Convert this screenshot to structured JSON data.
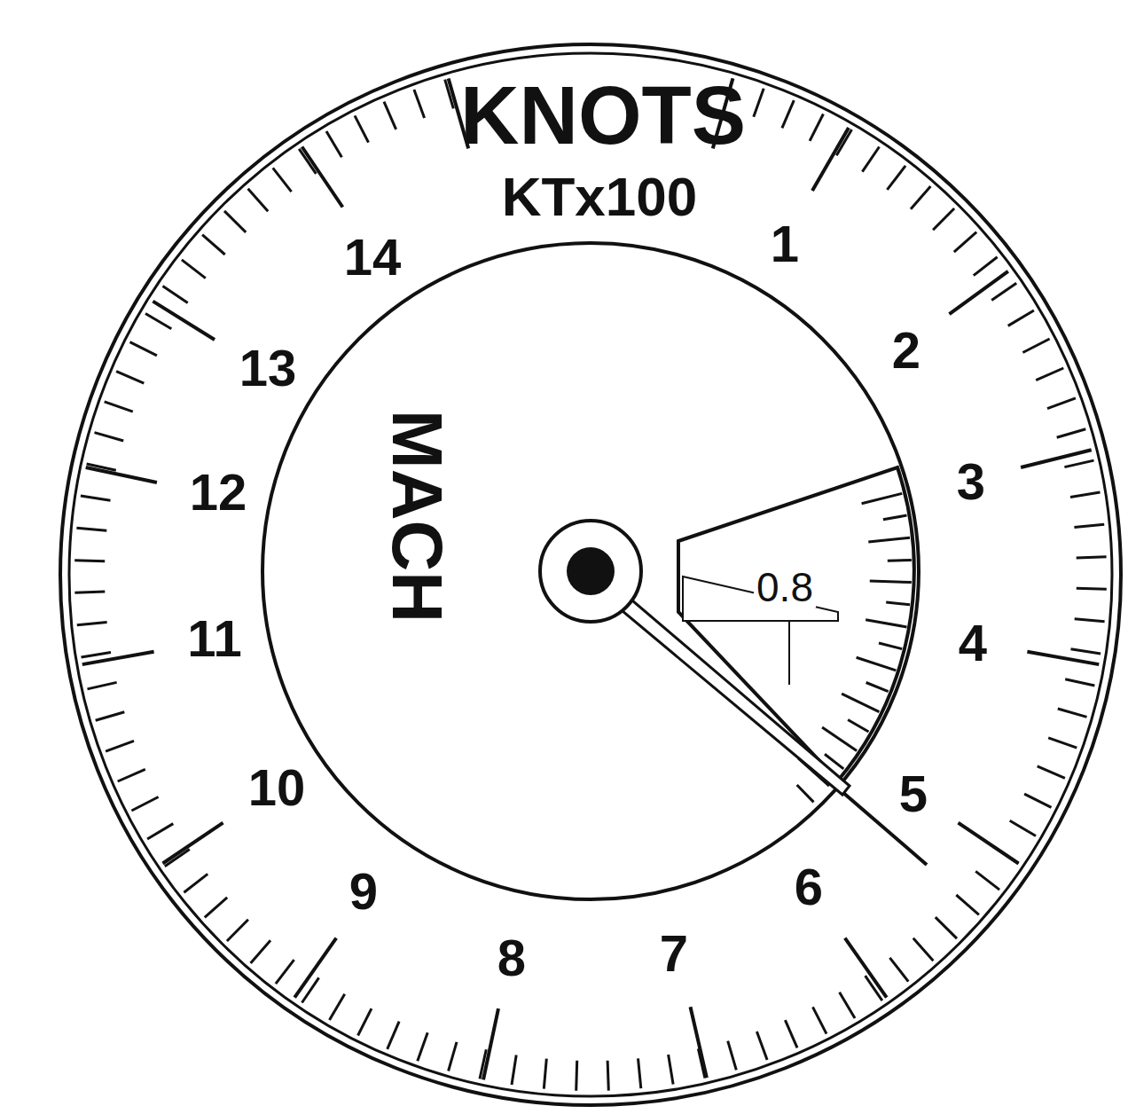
{
  "diagram": {
    "labels": [
      "KNOTS",
      "KTx100",
      "14",
      "1",
      "13",
      "2",
      "12",
      "3",
      "11",
      "4",
      "10",
      "5",
      "9",
      "6",
      "8",
      "7",
      "MACH",
      "0.8"
    ]
  }
}
